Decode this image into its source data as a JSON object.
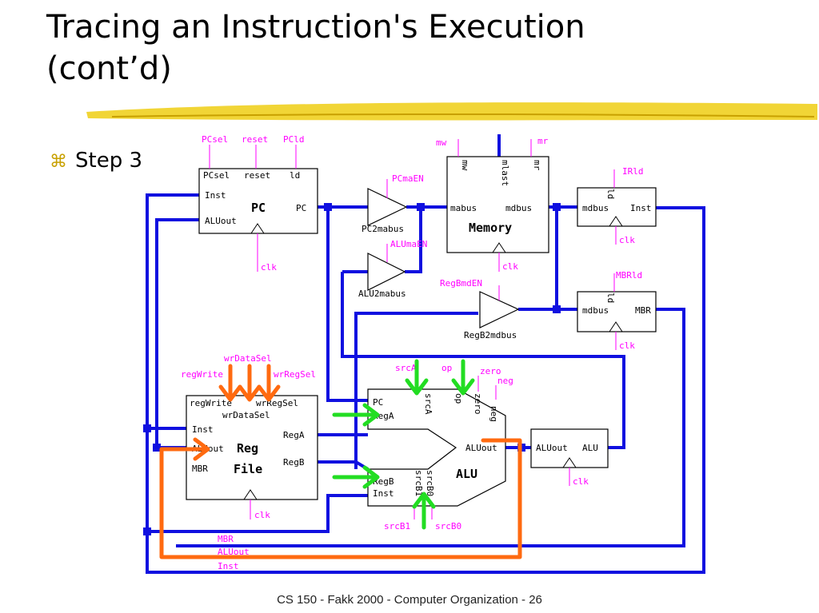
{
  "slide": {
    "title_line1": "Tracing an Instruction's Execution",
    "title_line2": "(cont’d)",
    "bullet_glyph": "⌘",
    "bullet_text": "Step 3",
    "footer": "CS 150 - Fakk 2000 - Computer Organization - 26"
  },
  "colors": {
    "bus": "#1010e0",
    "control": "#ff00ff",
    "highlight_green": "#22dd22",
    "highlight_orange": "#ff6a10",
    "underline_gold": "#f0d020"
  },
  "diagram": {
    "pc": {
      "ctrl_pcsel": "PCsel",
      "ctrl_reset": "reset",
      "ctrl_pcld": "PCld",
      "port_pcsel": "PCsel",
      "port_reset": "reset",
      "port_ld": "ld",
      "port_inst": "Inst",
      "port_aluout": "ALUout",
      "name": "PC",
      "port_pc": "PC",
      "clk": "clk"
    },
    "pc2mabus": {
      "ctrl": "PCmaEN",
      "name": "PC2mabus"
    },
    "alu2mabus": {
      "ctrl": "ALUmaEN",
      "name": "ALU2mabus"
    },
    "memory": {
      "ctrl_mw": "mw",
      "ctrl_mr": "mr",
      "port_mw": "mw",
      "port_mlast": "mlast",
      "port_mr": "mr",
      "port_mabus": "mabus",
      "port_mdbus": "mdbus",
      "name": "Memory",
      "clk": "clk"
    },
    "ir": {
      "ctrl": "IRld",
      "port_ld": "ld",
      "port_mdbus": "mdbus",
      "port_inst": "Inst",
      "clk": "clk"
    },
    "regb2mdbus": {
      "ctrl": "RegBmdEN",
      "name": "RegB2mdbus"
    },
    "mbr": {
      "ctrl": "MBRld",
      "port_ld": "ld",
      "port_mdbus": "mdbus",
      "port_mbr": "MBR",
      "clk": "clk"
    },
    "regfile": {
      "ctrl_wrdatasel": "wrDataSel",
      "ctrl_regwrite": "regWrite",
      "ctrl_wrregsel": "wrRegSel",
      "port_regwrite": "regWrite",
      "port_wrregsel": "wrRegSel",
      "port_wrdatasel": "wrDataSel",
      "port_inst": "Inst",
      "port_aluout": "ALUout",
      "port_mbr": "MBR",
      "port_rega": "RegA",
      "port_regb": "RegB",
      "name_line1": "Reg",
      "name_line2": "File",
      "clk": "clk"
    },
    "alu": {
      "ctrl_srca": "srcA",
      "ctrl_op": "op",
      "ctrl_zero": "zero",
      "ctrl_neg": "neg",
      "port_pc": "PC",
      "port_rega": "RegA",
      "port_srca": "srcA",
      "port_op": "op",
      "port_zero": "zero",
      "port_neg": "neg",
      "port_aluout": "ALUout",
      "port_regb": "RegB",
      "port_inst": "Inst",
      "port_srcb1": "srcB1",
      "port_srcb0": "srcB0",
      "name": "ALU",
      "ctrl_srcb1": "srcB1",
      "ctrl_srcb0": "srcB0"
    },
    "aluout_reg": {
      "port_aluout": "ALUout",
      "port_alu": "ALU",
      "clk": "clk"
    },
    "bottom_bus": {
      "mbr": "MBR",
      "aluout": "ALUout",
      "inst": "Inst"
    }
  }
}
